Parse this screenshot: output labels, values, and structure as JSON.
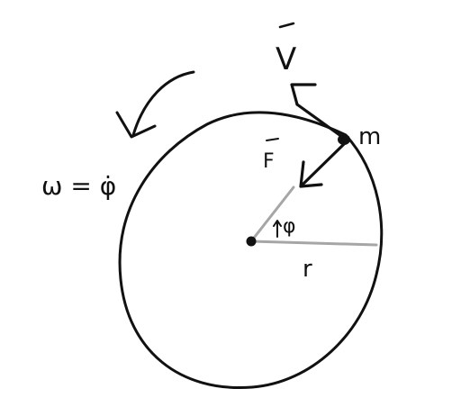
{
  "labels": {
    "velocity": "V",
    "force": "F",
    "mass": "m",
    "radius": "r",
    "angle": "φ",
    "omega": "ω = φ̇"
  },
  "colors": {
    "ink": "#111111",
    "radius_lines": "#a6a6a6",
    "background": "#ffffff"
  }
}
